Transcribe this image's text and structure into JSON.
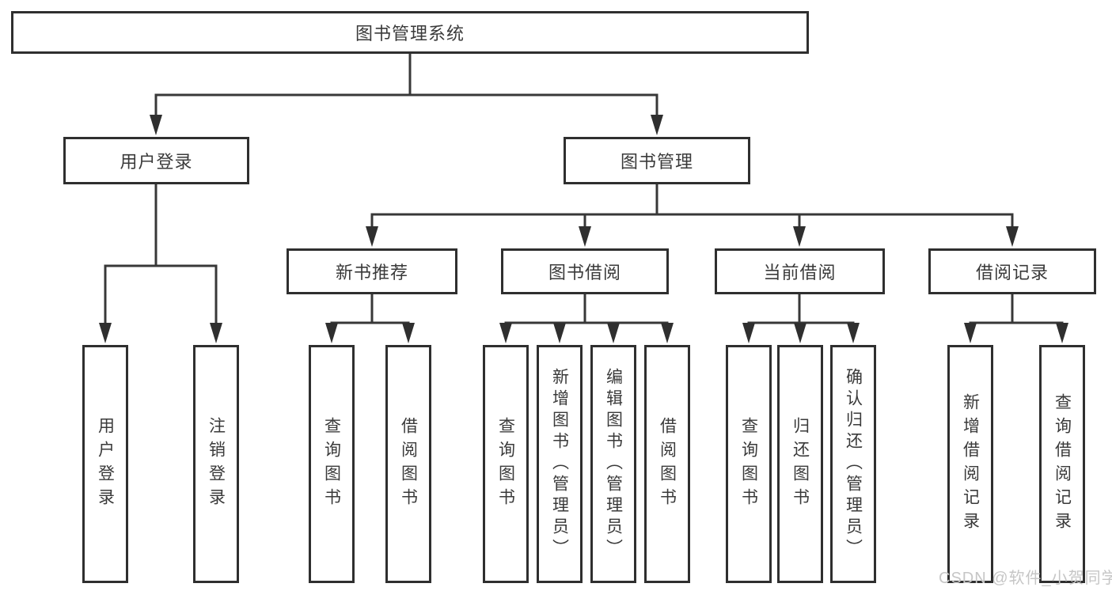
{
  "diagram": {
    "root": {
      "label": "图书管理系统"
    },
    "level2": [
      {
        "label": "用户登录"
      },
      {
        "label": "图书管理"
      }
    ],
    "level3": [
      {
        "label": "新书推荐"
      },
      {
        "label": "图书借阅"
      },
      {
        "label": "当前借阅"
      },
      {
        "label": "借阅记录"
      }
    ],
    "leaves": {
      "user_login": [
        {
          "label": "用户登录"
        },
        {
          "label": "注销登录"
        }
      ],
      "new_book": [
        {
          "label": "查询图书"
        },
        {
          "label": "借阅图书"
        }
      ],
      "book_borrow": [
        {
          "label": "查询图书"
        },
        {
          "label": "新增图书（管理员）"
        },
        {
          "label": "编辑图书（管理员）"
        },
        {
          "label": "借阅图书"
        }
      ],
      "current_borrow": [
        {
          "label": "查询图书"
        },
        {
          "label": "归还图书"
        },
        {
          "label": "确认归还（管理员）"
        }
      ],
      "borrow_record": [
        {
          "label": "新增借阅记录"
        },
        {
          "label": "查询借阅记录"
        }
      ]
    }
  },
  "watermark": {
    "text": "CSDN @软件_小贺同学"
  },
  "colors": {
    "line": "#383838",
    "box_border": "#2f2f2f",
    "text": "#3a3a3a",
    "watermark": "#c6c6c6",
    "background": "#ffffff"
  }
}
